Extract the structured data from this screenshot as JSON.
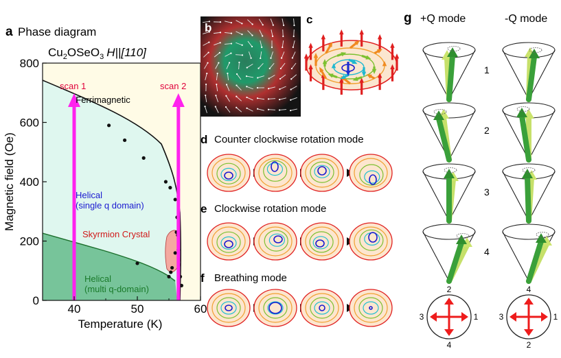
{
  "panel_a": {
    "letter": "a",
    "title": "Phase diagram",
    "compound_main": "Cu",
    "compound_sub1": "2",
    "compound_mid": "OSeO",
    "compound_sub2": "3",
    "field_dir": "H||[110]",
    "regions": {
      "ferrimagnetic": "Ferrimagnetic",
      "helical_single_1": "Helical",
      "helical_single_2": "(single q domain)",
      "skyrmion": "Skyrmion Crystal",
      "helical_multi_1": "Helical",
      "helical_multi_2": "(multi q-domain)"
    },
    "scan1": "scan 1",
    "scan2": "scan 2",
    "colors": {
      "ferri": "#fffbe6",
      "single": "#dff7ef",
      "multi": "#77c49a",
      "skyrmion": "#f4a9a0",
      "scan": "#ff22ee"
    }
  },
  "chart_data": {
    "type": "scatter",
    "xlabel": "Temperature (K)",
    "ylabel": "Magnetic field (Oe)",
    "xlim": [
      35,
      60
    ],
    "ylim": [
      0,
      800
    ],
    "xticks": [
      "40",
      "50",
      "60"
    ],
    "yticks": [
      "0",
      "200",
      "400",
      "600",
      "800"
    ],
    "series": [
      {
        "values": [
          [
            45.5,
            590
          ],
          [
            48.0,
            540
          ],
          [
            51.0,
            480
          ],
          [
            54.5,
            400
          ],
          [
            55.2,
            380
          ],
          [
            56.0,
            340
          ],
          [
            56.3,
            280
          ],
          [
            56.4,
            220
          ],
          [
            56.5,
            170
          ],
          [
            56.6,
            120
          ],
          [
            56.8,
            80
          ],
          [
            57.0,
            50
          ]
        ]
      },
      {
        "values": [
          [
            40.0,
            200
          ],
          [
            50.0,
            125
          ],
          [
            55.0,
            80
          ],
          [
            55.3,
            95
          ],
          [
            55.5,
            110
          ],
          [
            56.0,
            160
          ],
          [
            56.2,
            230
          ]
        ]
      }
    ],
    "scans": [
      {
        "name": "scan 1",
        "x": 40
      },
      {
        "name": "scan 2",
        "x": 56.5
      }
    ]
  },
  "panel_b": {
    "letter": "b"
  },
  "panel_c": {
    "letter": "c"
  },
  "panel_d": {
    "letter": "d",
    "title": "Counter clockwise rotation mode"
  },
  "panel_e": {
    "letter": "e",
    "title": "Clockwise rotation mode"
  },
  "panel_f": {
    "letter": "f",
    "title": "Breathing mode"
  },
  "panel_g": {
    "letter": "g",
    "plus_mode": "+Q mode",
    "minus_mode": "-Q mode",
    "rows": [
      "1",
      "2",
      "3",
      "4"
    ],
    "compass_plus": {
      "top": "2",
      "bottom": "4",
      "left": "3",
      "right": "1"
    },
    "compass_minus": {
      "top": "4",
      "bottom": "2",
      "left": "3",
      "right": "1"
    }
  }
}
